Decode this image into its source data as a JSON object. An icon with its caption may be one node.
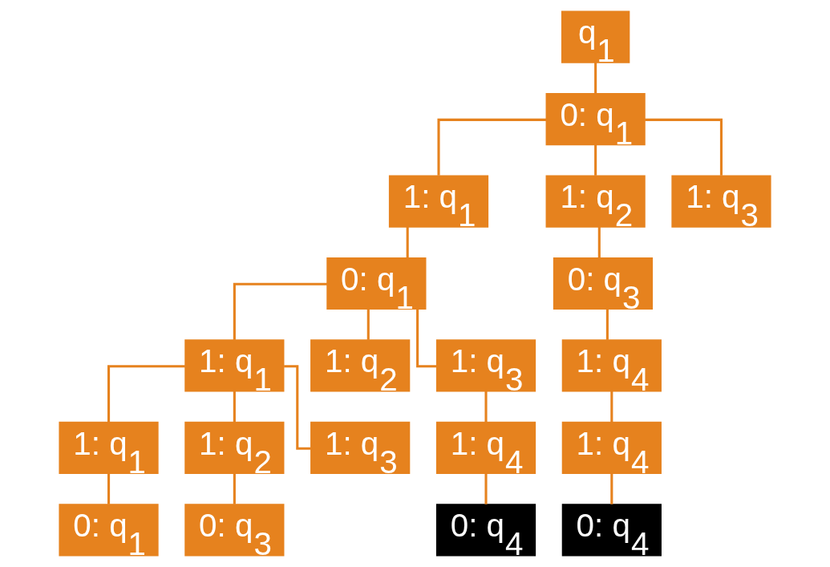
{
  "diagram": {
    "nodes": [
      {
        "text": [
          "q$_{1}$"
        ]
      },
      {
        "text": [
          "0: q$_{1}$"
        ]
      },
      {
        "text": [
          "1: q$_{1}$"
        ]
      },
      {
        "text": [
          "1: q$_{2}$"
        ]
      },
      {
        "text": [
          "1: q$_{3}$"
        ]
      },
      {
        "text": [
          "0: q$_{1}$"
        ]
      },
      {
        "text": [
          "0: q$_{3}$"
        ]
      },
      {
        "text": [
          "1: q$_{1}$"
        ]
      },
      {
        "text": [
          "1: q$_{2}$"
        ]
      },
      {
        "text": [
          "1: q$_{3}$"
        ]
      },
      {
        "text": [
          "1: q$_{4}$"
        ]
      },
      {
        "text": [
          "1: q$_{1}$"
        ]
      },
      {
        "text": [
          "1: q$_{2}$"
        ]
      },
      {
        "text": [
          "1: q$_{3}$"
        ]
      },
      {
        "text": [
          "1: q$_{4}$"
        ]
      },
      {
        "text": [
          "1: q$_{4}$"
        ]
      },
      {
        "text": [
          "0: q$_{1}$"
        ]
      },
      {
        "text": [
          "0: q$_{3}$"
        ]
      },
      {
        "text": [
          "0: q$_{4}$"
        ]
      },
      {
        "text": [
          "0: q$_{4}$"
        ]
      }
    ],
    "edges": [
      {
        "from": 0,
        "to": 1,
        "arrow": "none"
      },
      {
        "from": 1,
        "to": 2,
        "arrow": "none"
      },
      {
        "from": 1,
        "to": 3,
        "arrow": "none"
      },
      {
        "from": 1,
        "to": 4,
        "arrow": "none"
      },
      {
        "from": 2,
        "to": 5,
        "arrow": "none"
      },
      {
        "from": 3,
        "to": 6,
        "arrow": "none"
      },
      {
        "from": 5,
        "to": 7,
        "arrow": "none"
      },
      {
        "from": 5,
        "to": 8,
        "arrow": "none"
      },
      {
        "from": 5,
        "to": 9,
        "arrow": "none"
      },
      {
        "from": 6,
        "to": 10,
        "arrow": "none"
      },
      {
        "from": 7,
        "to": 11,
        "arrow": "none"
      },
      {
        "from": 7,
        "to": 12,
        "arrow": "none"
      },
      {
        "from": 7,
        "to": 13,
        "arrow": "none"
      },
      {
        "from": 9,
        "to": 14,
        "arrow": "none"
      },
      {
        "from": 10,
        "to": 15,
        "arrow": "none"
      },
      {
        "from": 11,
        "to": 16,
        "arrow": "none"
      },
      {
        "from": 12,
        "to": 17,
        "arrow": "none"
      },
      {
        "from": 14,
        "to": 18,
        "arrow": "none"
      },
      {
        "from": 15,
        "to": 19,
        "arrow": "none"
      }
    ]
  }
}
